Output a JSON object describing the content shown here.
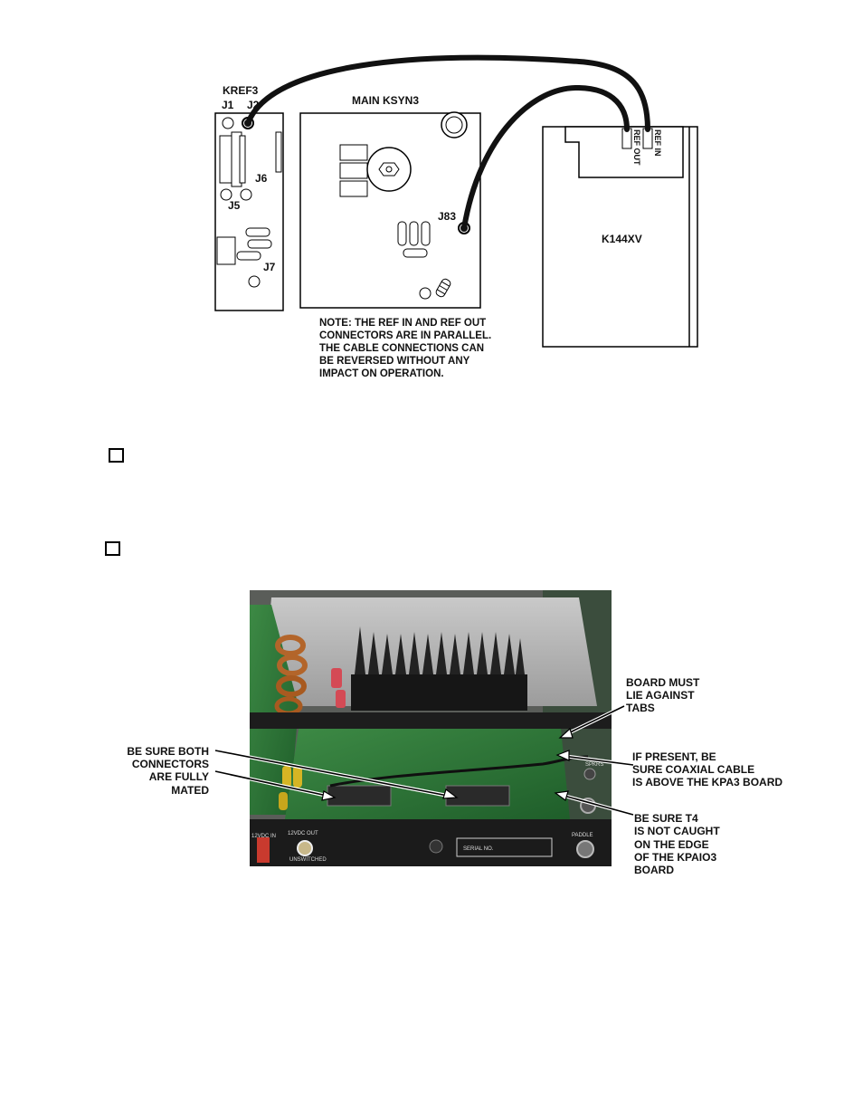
{
  "diagram": {
    "kref3": {
      "title": "KREF3",
      "j1": "J1",
      "j2": "J2",
      "j5": "J5",
      "j6": "J6",
      "j7": "J7"
    },
    "main": {
      "title": "MAIN KSYN3",
      "j83": "J83"
    },
    "transverter": {
      "title": "K144XV",
      "ref_out": "REF OUT",
      "ref_in": "REF IN"
    },
    "note": [
      "NOTE: THE REF IN AND REF OUT",
      "CONNECTORS ARE IN PARALLEL.",
      "THE CABLE CONNECTIONS CAN",
      "BE REVERSED WITHOUT ANY",
      "IMPACT ON OPERATION."
    ]
  },
  "photo": {
    "ann_left": [
      "BE SURE BOTH",
      "CONNECTORS",
      "ARE FULLY",
      "MATED"
    ],
    "ann_tabs": [
      "BOARD MUST",
      "LIE AGAINST",
      "TABS"
    ],
    "ann_coax": [
      "IF PRESENT, BE",
      "SURE COAXIAL CABLE",
      "IS ABOVE THE KPA3 BOARD"
    ],
    "ann_t4": [
      "BE SURE T4",
      "IS NOT CAUGHT",
      "ON THE EDGE",
      "OF THE KPAIO3",
      "BOARD"
    ],
    "panel": {
      "vdc_in": "12VDC IN",
      "vdc_out": "12VDC OUT",
      "unswitched": "UNSWITCHED",
      "serial": "SERIAL NO.",
      "spkrs": "SPKRS",
      "paddle": "PADDLE"
    }
  }
}
